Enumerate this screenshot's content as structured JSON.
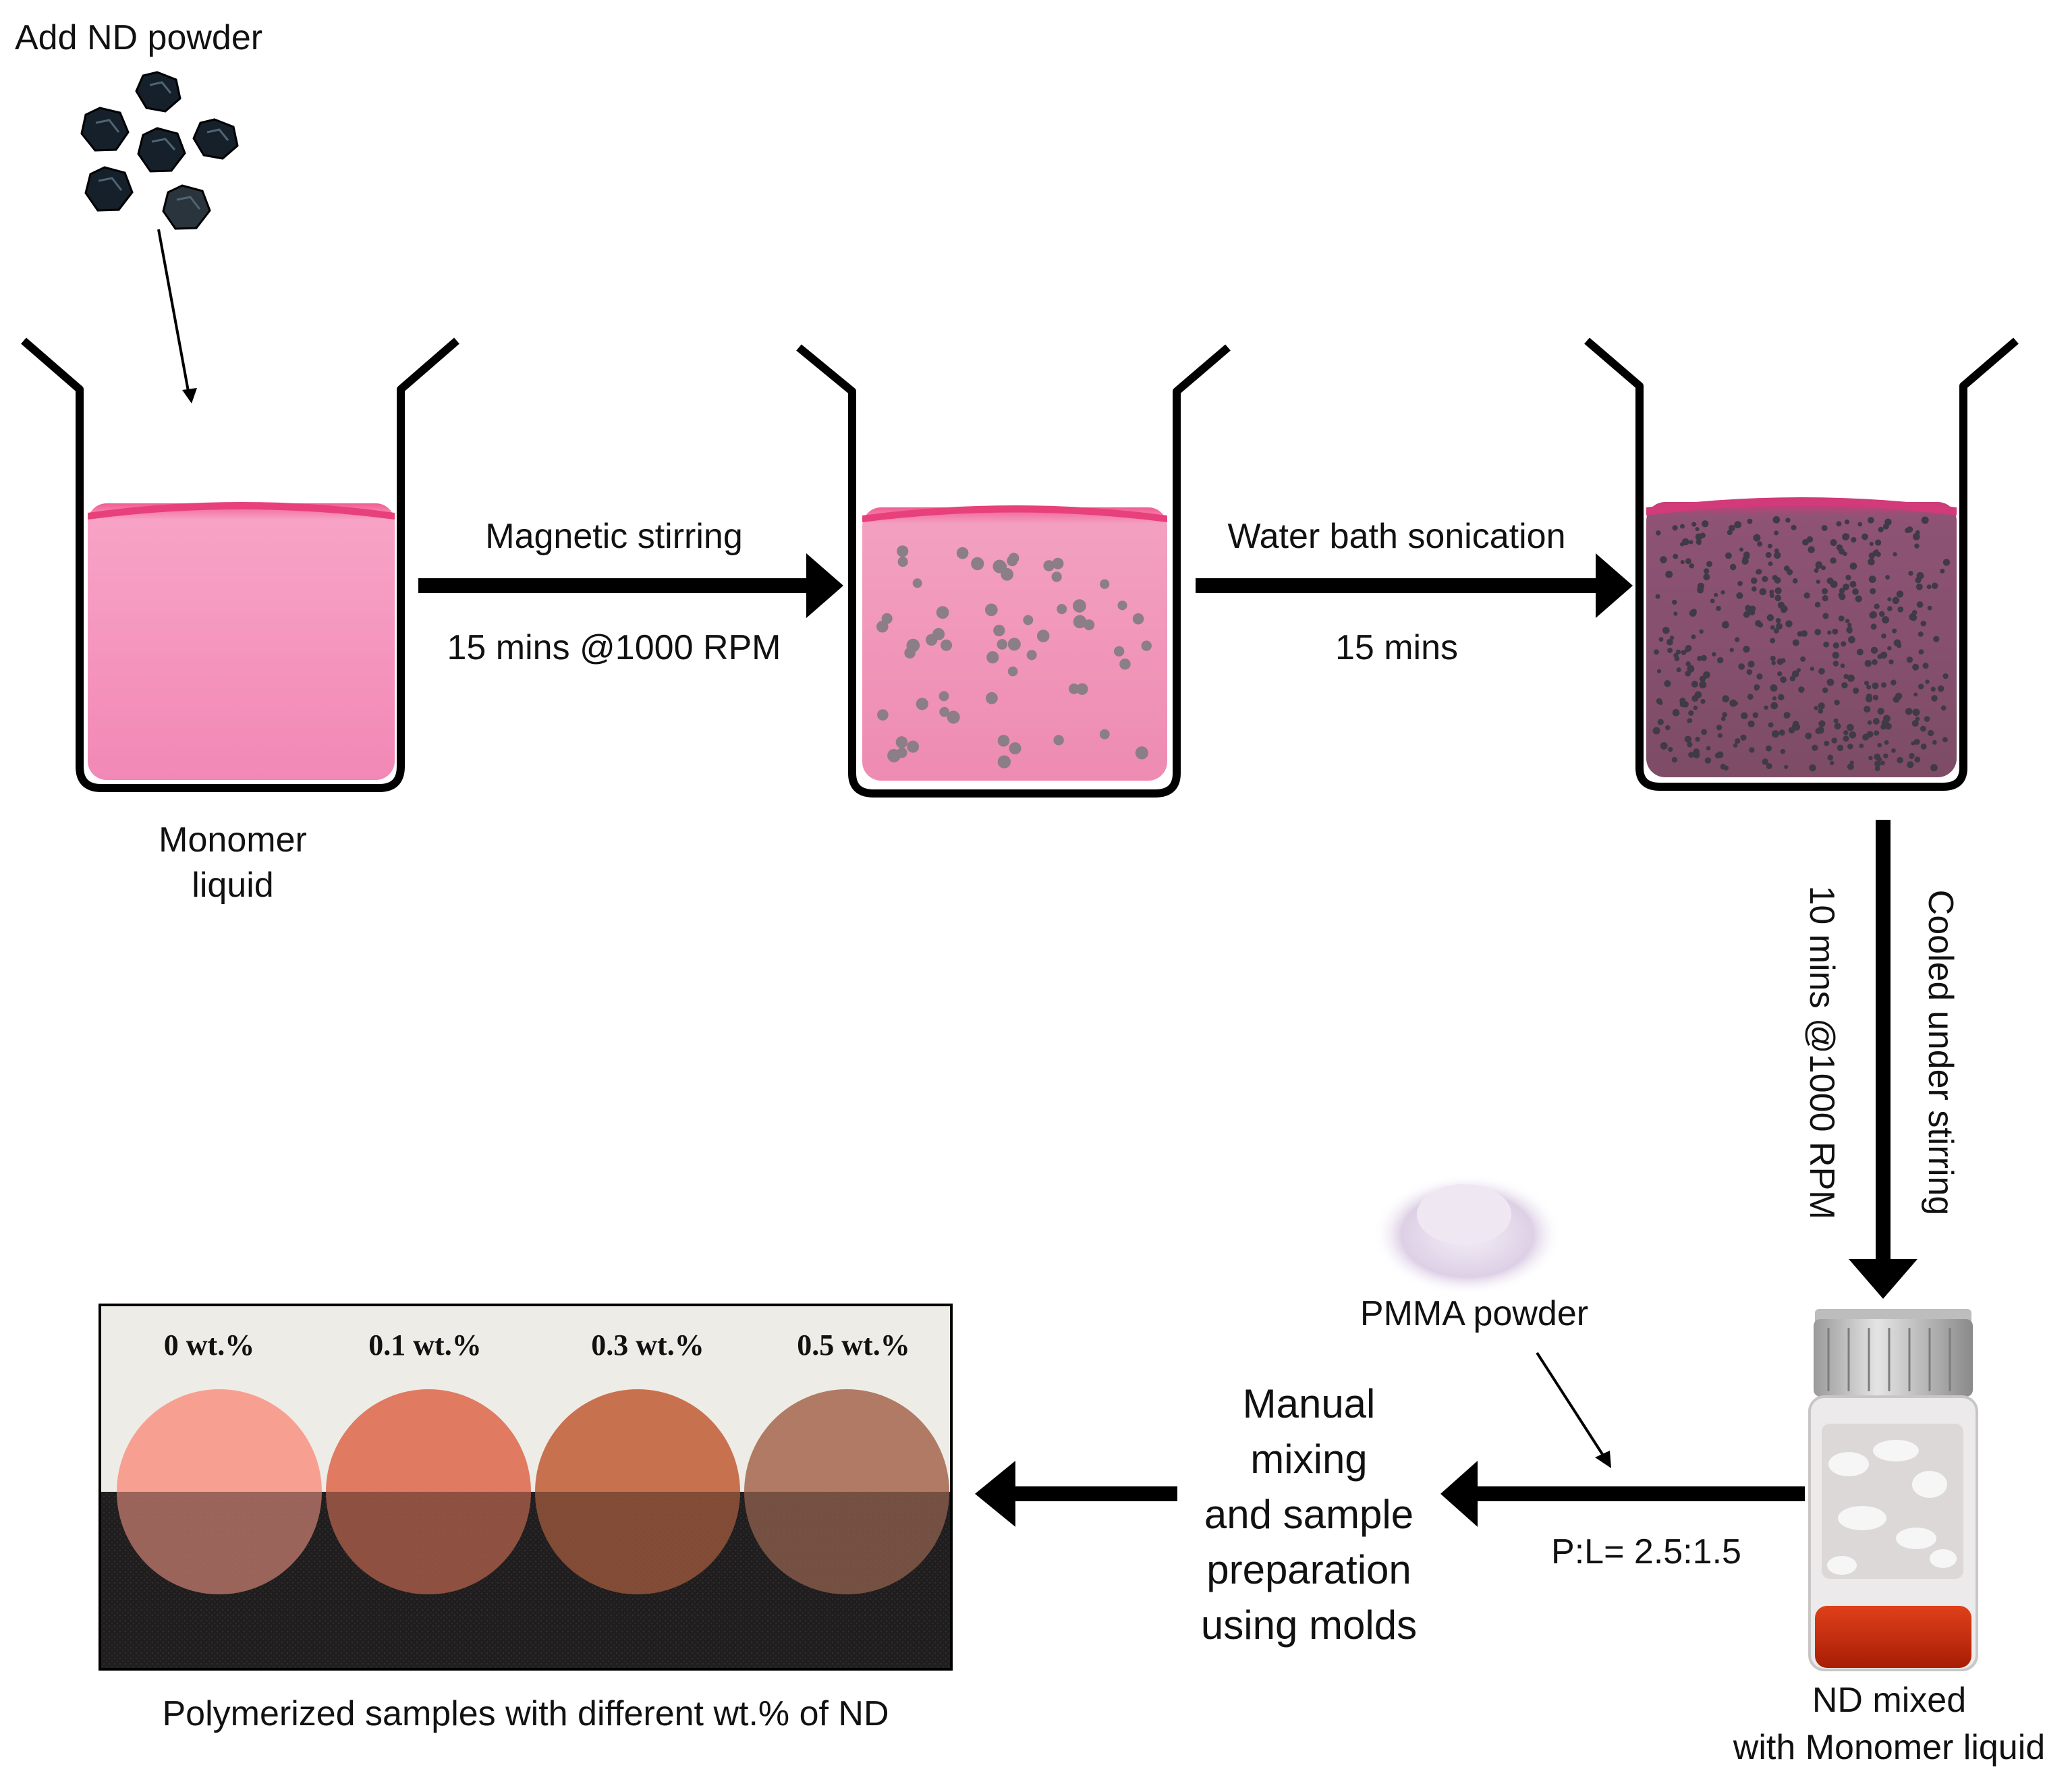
{
  "add_powder_label": "Add ND powder",
  "beaker1": {
    "caption_line1": "Monomer",
    "caption_line2": "liquid"
  },
  "step1": {
    "top": "Magnetic stirring",
    "bottom": "15 mins @1000 RPM"
  },
  "step2": {
    "top": "Water bath sonication",
    "bottom": "15 mins"
  },
  "step3": {
    "main": "Cooled under stirring",
    "sub": "10 mins @1000 RPM"
  },
  "vial": {
    "caption_line1": "ND mixed",
    "caption_line2": "with Monomer liquid"
  },
  "pmma_label": "PMMA powder",
  "ratio_label": "P:L= 2.5:1.5",
  "mixing": {
    "line1": "Manual",
    "line2": "mixing",
    "line3": "and sample",
    "line4": "preparation",
    "line5": "using molds"
  },
  "samples": {
    "labels": [
      "0 wt.%",
      "0.1 wt.%",
      "0.3 wt.%",
      "0.5 wt.%"
    ],
    "colors": [
      "#f7a091",
      "#e07a61",
      "#c8714e",
      "#b07a64"
    ],
    "caption": "Polymerized samples with different wt.% of ND"
  },
  "colors": {
    "liquid_pink": "#f47faf",
    "liquid_dark": "#8a4d6e",
    "arrow": "#000000"
  }
}
